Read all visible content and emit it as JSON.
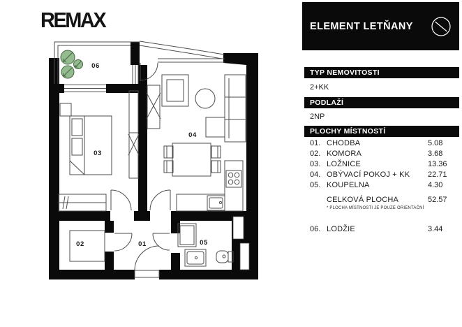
{
  "brand": {
    "logo": "REMAX"
  },
  "header": {
    "title": "ELEMENT LETŇANY"
  },
  "panel": {
    "type_label": "TYP NEMOVITOSTI",
    "type_value": "2+KK",
    "floor_label": "PODLAŽÍ",
    "floor_value": "2NP",
    "areas_label": "PLOCHY MÍSTNOSTÍ",
    "rooms": [
      {
        "num": "01.",
        "name": "CHODBA",
        "area": "5.08"
      },
      {
        "num": "02.",
        "name": "KOMORA",
        "area": "3.68"
      },
      {
        "num": "03.",
        "name": "LOŽNICE",
        "area": "13.36"
      },
      {
        "num": "04.",
        "name": "OBÝVACÍ POKOJ + KK",
        "area": "22.71"
      },
      {
        "num": "05.",
        "name": "KOUPELNA",
        "area": "4.30"
      }
    ],
    "total_label": "CELKOVÁ PLOCHA",
    "total_value": "52.57",
    "note": "* PLOCHA MÍSTNOSTI JE POUZE ORIENTAČNÍ",
    "balcony": {
      "num": "06.",
      "name": "LODŽIE",
      "area": "3.44"
    }
  },
  "floorplan": {
    "room_labels": {
      "hall": "01",
      "storage": "02",
      "bedroom": "03",
      "living": "04",
      "bath": "05",
      "loggia": "06"
    },
    "colors": {
      "wall": "#0a0a0a",
      "line": "#4d4d4d",
      "plant_fill": "#94ba90",
      "plant_stroke": "#45673f"
    }
  }
}
